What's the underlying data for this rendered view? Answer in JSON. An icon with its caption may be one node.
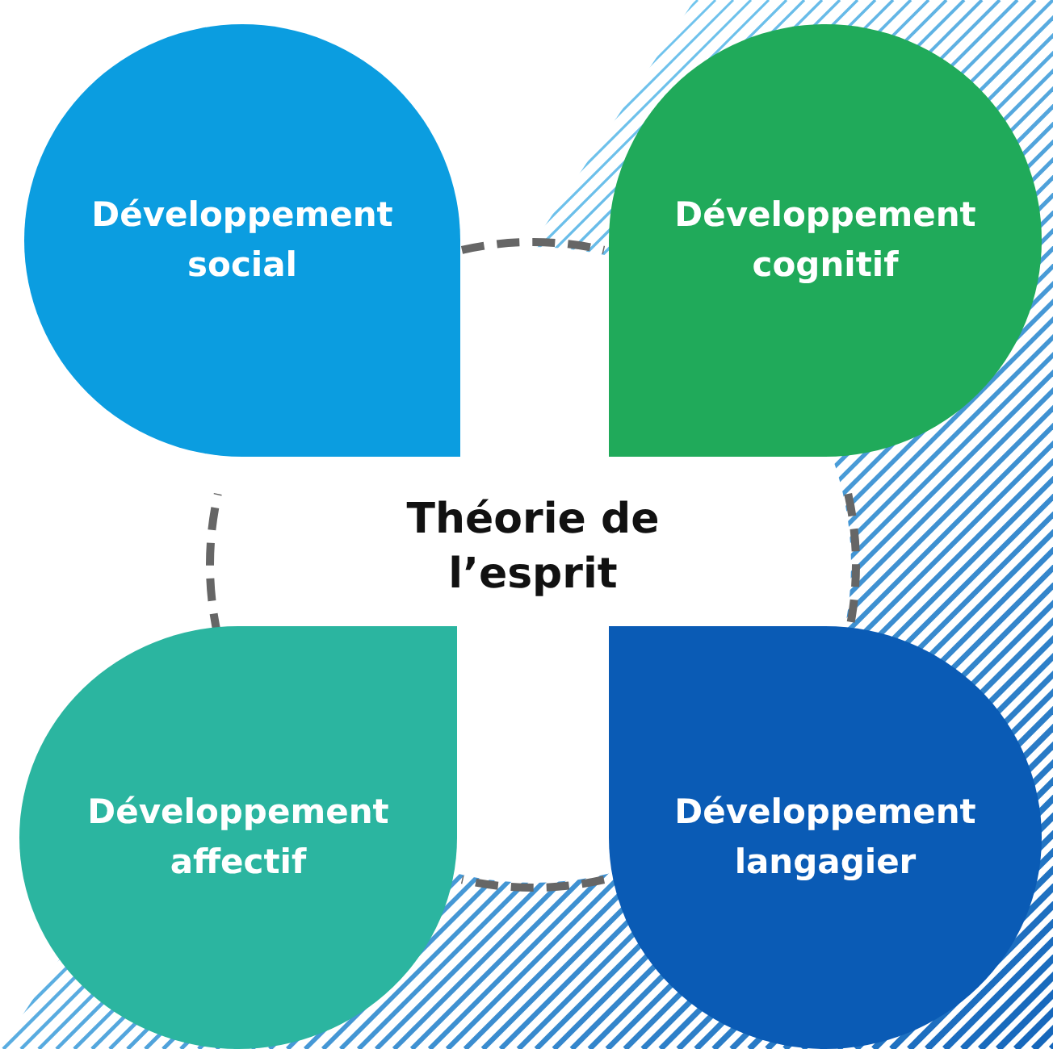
{
  "diagram": {
    "nodes": [
      {
        "text": [
          "Théorie de l’esprit"
        ]
      },
      {
        "text": [
          "Développement social"
        ]
      },
      {
        "text": [
          "Développement cognitif"
        ]
      },
      {
        "text": [
          "Développement affectif"
        ]
      },
      {
        "text": [
          "Développement langagier"
        ]
      }
    ]
  }
}
